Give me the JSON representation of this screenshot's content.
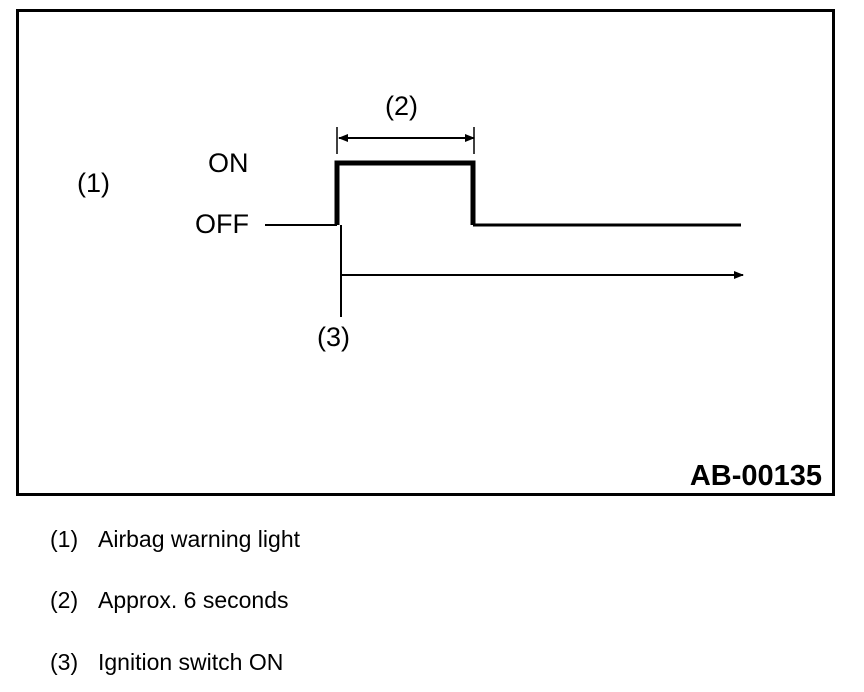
{
  "diagram": {
    "light_label": "(1)",
    "on_label": "ON",
    "off_label": "OFF",
    "duration_label": "(2)",
    "ignition_label": "(3)",
    "reference_code": "AB-00135"
  },
  "legend": {
    "items": [
      {
        "num": "(1)",
        "text": "Airbag warning light"
      },
      {
        "num": "(2)",
        "text": "Approx. 6 seconds"
      },
      {
        "num": "(3)",
        "text": "Ignition switch ON"
      }
    ]
  }
}
